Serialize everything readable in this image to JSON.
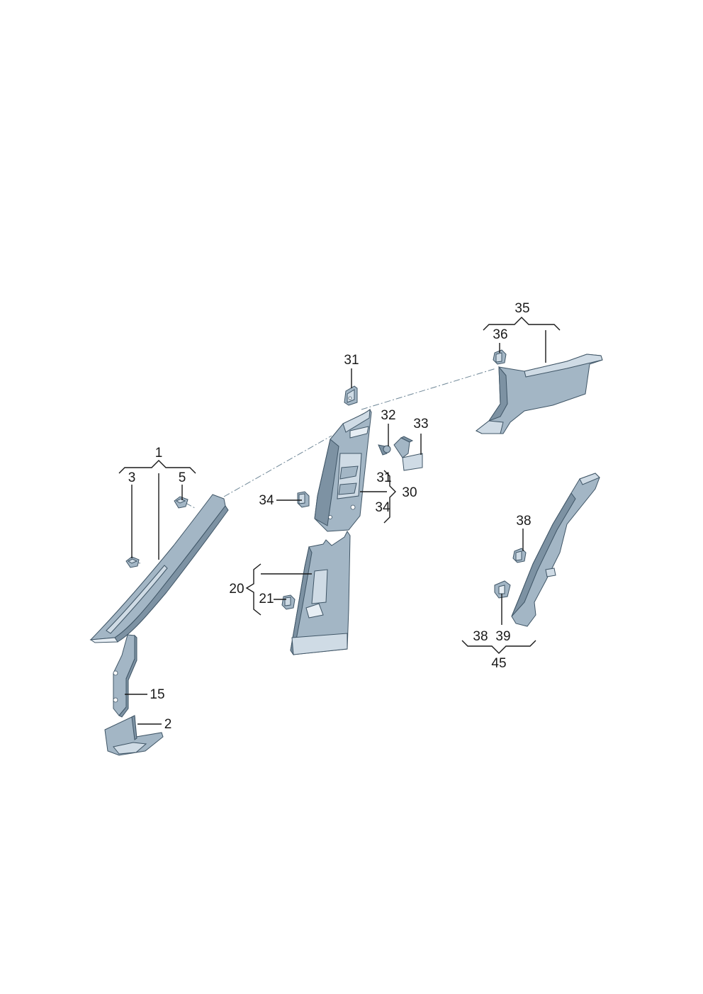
{
  "diagram": {
    "labels": {
      "l1": "1",
      "l2": "2",
      "l3": "3",
      "l5": "5",
      "l15": "15",
      "l20": "20",
      "l21": "21",
      "l30": "30",
      "l31a": "31",
      "l31b": "31",
      "l32": "32",
      "l33": "33",
      "l34a": "34",
      "l34b": "34",
      "l35": "35",
      "l36": "36",
      "l38a": "38",
      "l38b": "38",
      "l39": "39",
      "l45": "45"
    }
  }
}
